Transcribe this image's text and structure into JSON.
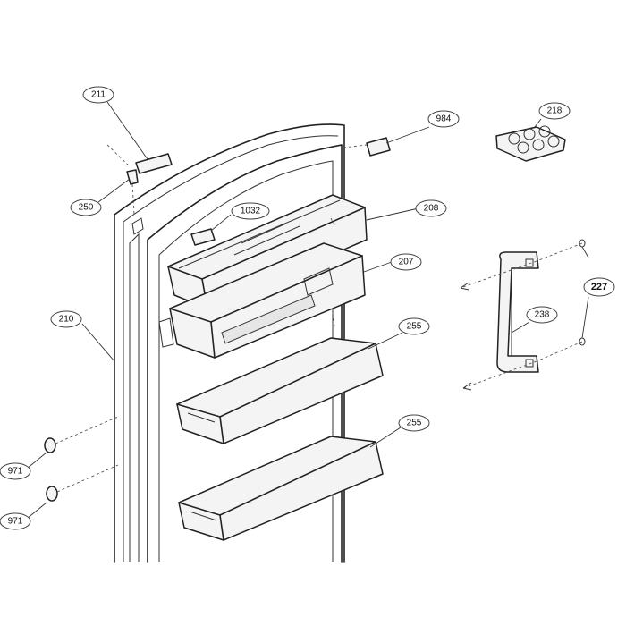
{
  "callouts": {
    "c211": "211",
    "c984": "984",
    "c218": "218",
    "c250": "250",
    "c1032": "1032",
    "c208": "208",
    "c207": "207",
    "c227": "227",
    "c210": "210",
    "c238": "238",
    "c255a": "255",
    "c255b": "255",
    "c971a": "971",
    "c971b": "971"
  }
}
